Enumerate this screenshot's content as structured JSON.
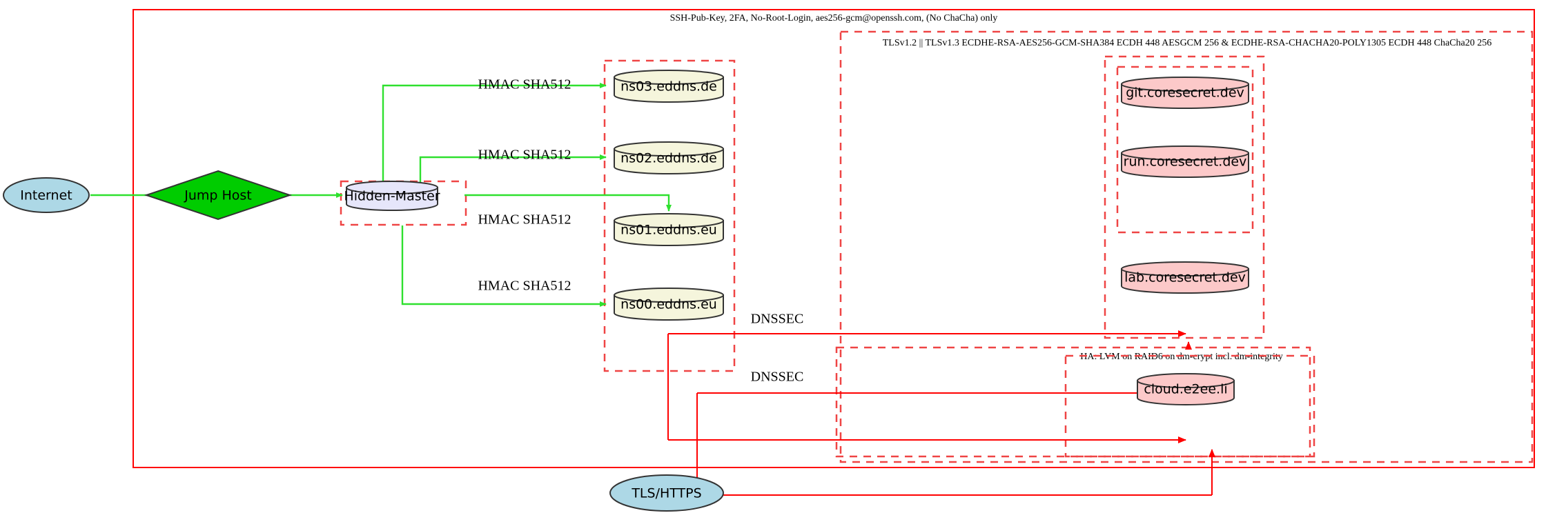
{
  "diagram": {
    "title_labels": {
      "ssh_policy": "SSH-Pub-Key, 2FA, No-Root-Login, aes256-gcm@openssh.com, (No ChaCha) only",
      "tls_policy": "TLSv1.2 || TLSv1.3 ECDHE-RSA-AES256-GCM-SHA384 ECDH 448 AESGCM 256 & ECDHE-RSA-CHACHA20-POLY1305 ECDH 448 ChaCha20 256",
      "ha_policy": "HA: LVM on RAID6 on dm-crypt incl. dm-integrity"
    },
    "nodes": {
      "internet": "Internet",
      "jump_host": "Jump Host",
      "hidden_master": "Hidden-Master",
      "ns03": "ns03.eddns.de",
      "ns02": "ns02.eddns.de",
      "ns01": "ns01.eddns.eu",
      "ns00": "ns00.eddns.eu",
      "git": "git.coresecret.dev",
      "run": "run.coresecret.dev",
      "lab": "lab.coresecret.dev",
      "cloud": "cloud.e2ee.li",
      "tls_https": "TLS/HTTPS"
    },
    "edge_labels": {
      "hmac_ns03": "HMAC SHA512",
      "hmac_ns02": "HMAC SHA512",
      "hmac_ns01": "HMAC SHA512",
      "hmac_ns00": "HMAC SHA512",
      "dnssec_upper": "DNSSEC",
      "dnssec_lower": "DNSSEC"
    },
    "colors": {
      "internet_fill": "#add8e6",
      "jump_host_fill": "#00cc00",
      "hidden_master_fill": "#e6e6fa",
      "ns_fill": "#f5f5dc",
      "service_fill": "#fcc9c9",
      "tls_fill": "#add8e6",
      "boundary_red": "#ff0000",
      "dashed_red": "#ef4444",
      "green_edge": "#2ee02e"
    }
  }
}
